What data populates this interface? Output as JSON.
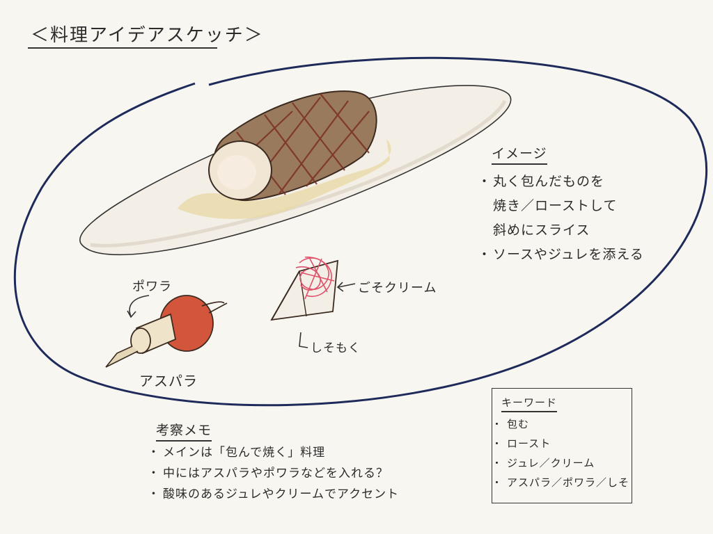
{
  "title": "＜料理アイデアスケッチ＞",
  "image_section": {
    "heading": "イメージ",
    "items": [
      {
        "lines": [
          "丸く包んだものを",
          "焼き／ローストして",
          "斜めにスライス"
        ]
      },
      {
        "lines": [
          "ソースやジュレを添える"
        ]
      }
    ]
  },
  "labels": {
    "powara": "ポワラ",
    "asupara": "アスパラ",
    "goma_cream": "ごそクリーム",
    "shiso": "しそもく"
  },
  "memo": {
    "heading": "考察メモ",
    "items": [
      "メインは「包んで焼く」料理",
      "中にはアスパラやポワラなどを入れる？",
      "酸味のあるジュレやクリームでアクセント"
    ]
  },
  "keywords": {
    "heading": "キーワード",
    "items": [
      "包む",
      "ロースト",
      "ジュレ／クリーム",
      "アスパラ／ポワラ／しそ"
    ]
  },
  "colors": {
    "ink": "#2b2b2b",
    "oval": "#1e2a5a",
    "plate": "#f3efe6",
    "sauce": "#e9d9a8",
    "roll": "#9a7a5c",
    "grill": "#7a2e22",
    "powara": "#d2553c",
    "cream": "#e0506a"
  }
}
